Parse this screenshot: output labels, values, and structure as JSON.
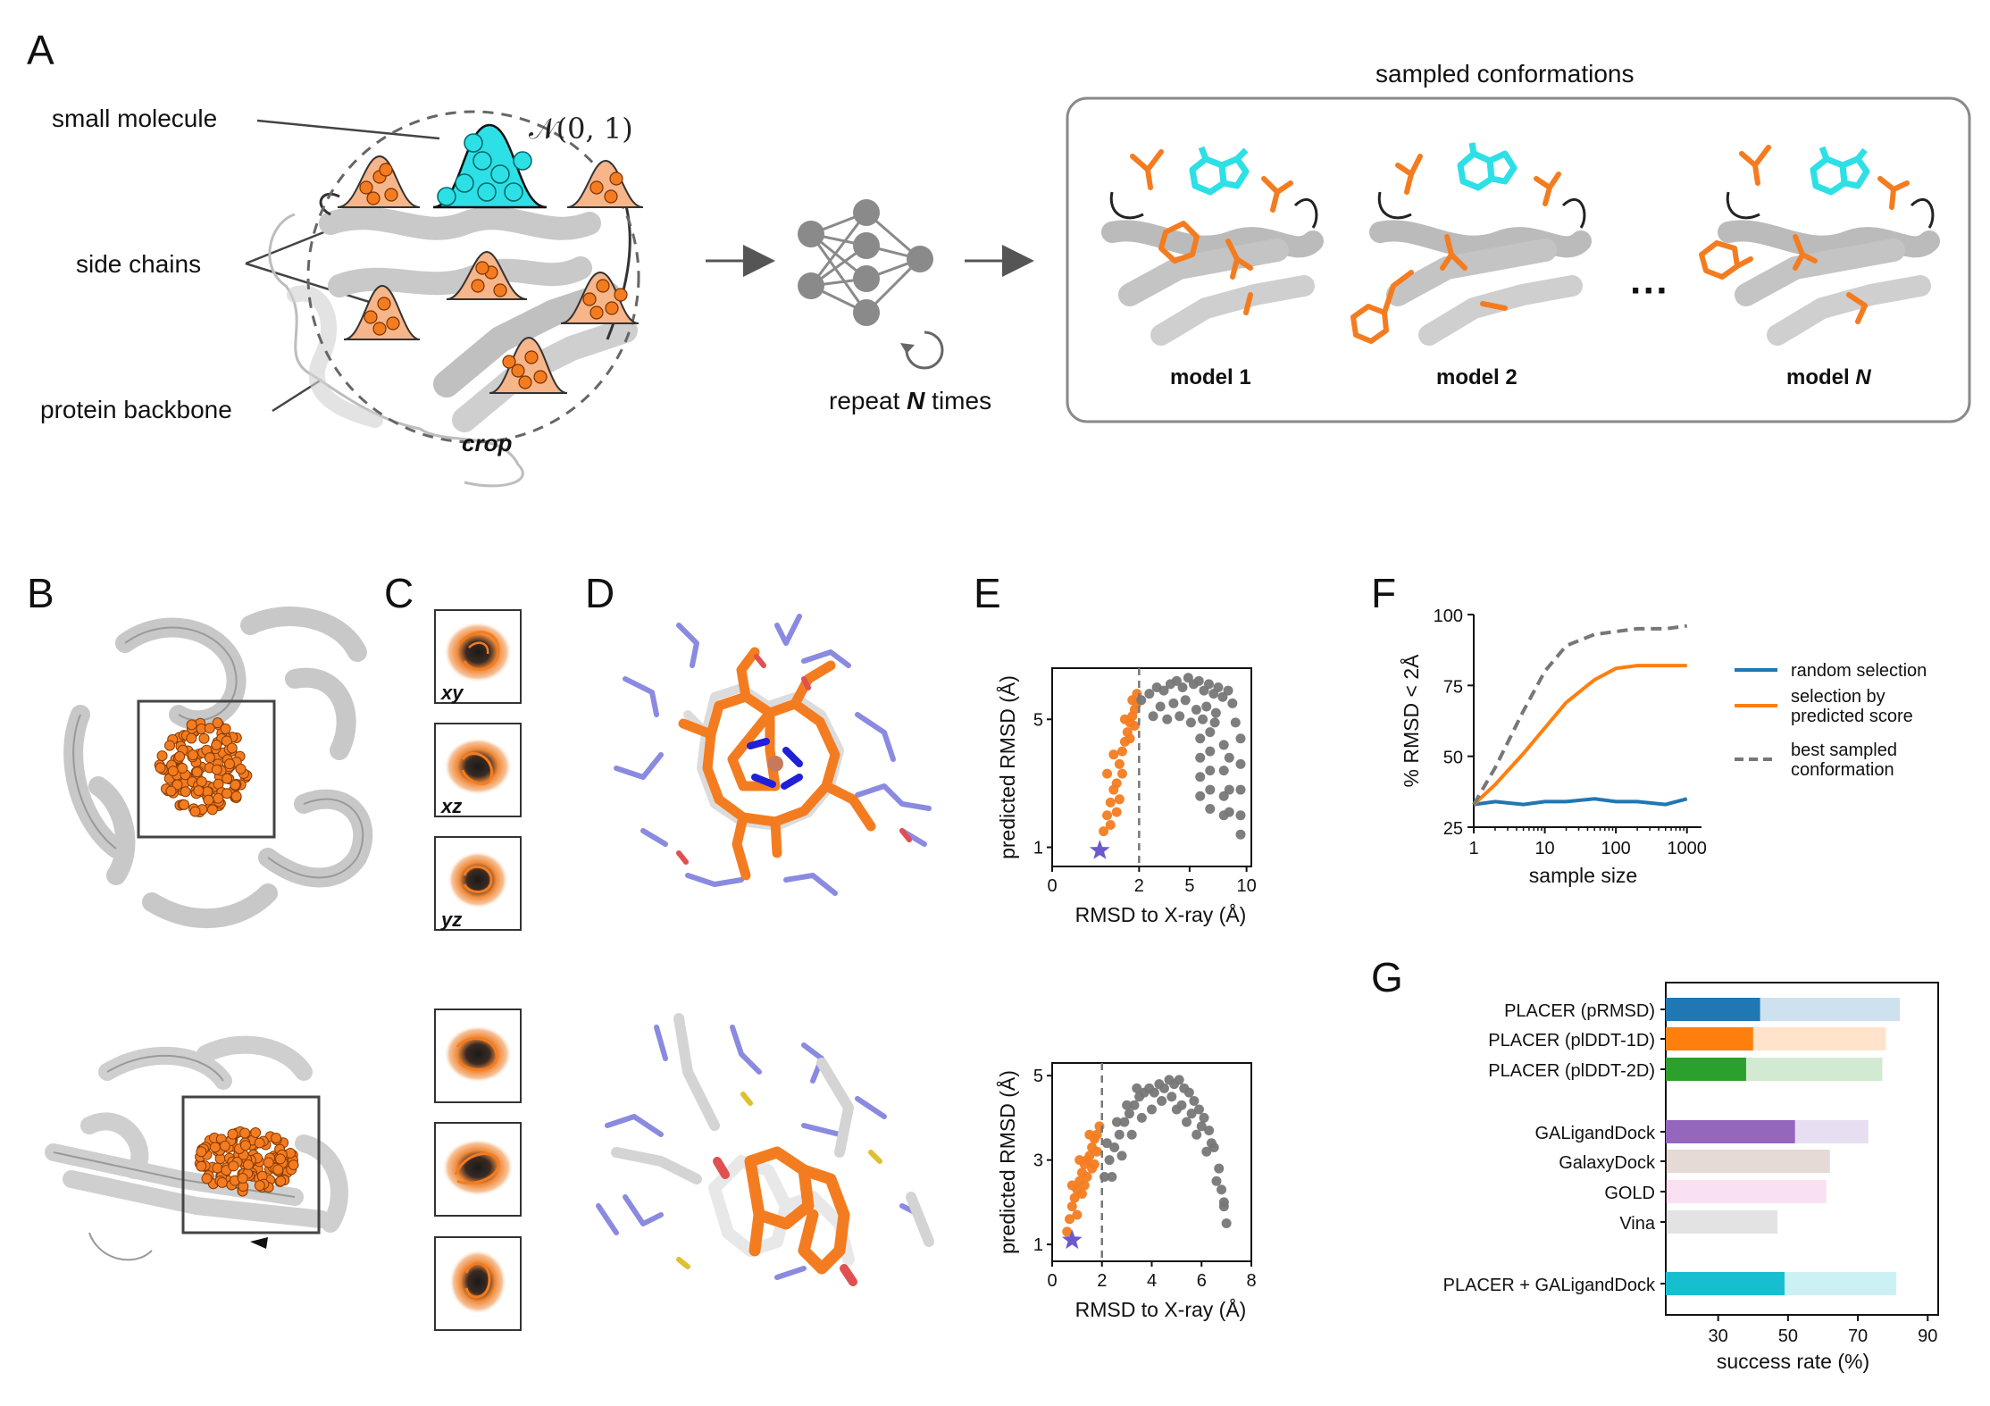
{
  "panels": {
    "a": "A",
    "b": "B",
    "c": "C",
    "d": "D",
    "e": "E",
    "f": "F",
    "g": "G"
  },
  "panel_a": {
    "label_small_molecule": "small molecule",
    "label_side_chains": "side chains",
    "label_protein_backbone": "protein backbone",
    "label_crop": "crop",
    "normal_dist": "𝒩(0, 1)",
    "repeat_prefix": "repeat ",
    "repeat_n": "N",
    "repeat_suffix": " times",
    "sampled_title": "sampled conformations",
    "model1": "model 1",
    "model2": "model 2",
    "modelN_prefix": "model ",
    "modelN_n": "N",
    "ellipsis": "···"
  },
  "panel_c": {
    "xy": "xy",
    "xz": "xz",
    "yz": "yz"
  },
  "colors": {
    "orange": "#f47c20",
    "cyan": "#2de0e6",
    "blue": "#1f77b4",
    "gray": "#777777",
    "star": "#6a5acd"
  },
  "chart_data": [
    {
      "id": "E-top",
      "type": "scatter",
      "xlabel": "RMSD to X-ray (Å)",
      "ylabel": "predicted RMSD (Å)",
      "xticks": [
        0,
        2,
        5,
        10
      ],
      "yticks": [
        1,
        5
      ],
      "xscale": "sqrt",
      "xlim": [
        0,
        10.5
      ],
      "ylim": [
        0.4,
        6.6
      ],
      "threshold_x": 2,
      "series": [
        {
          "color": "orange",
          "points": [
            [
              0.7,
              1.5
            ],
            [
              0.8,
              2.0
            ],
            [
              0.9,
              2.4
            ],
            [
              1.0,
              2.8
            ],
            [
              1.1,
              3.0
            ],
            [
              0.8,
              3.3
            ],
            [
              1.2,
              3.6
            ],
            [
              1.3,
              4.0
            ],
            [
              1.4,
              4.3
            ],
            [
              1.5,
              4.6
            ],
            [
              1.6,
              4.9
            ],
            [
              1.7,
              5.1
            ],
            [
              1.8,
              5.3
            ],
            [
              1.9,
              5.5
            ],
            [
              1.2,
              2.5
            ],
            [
              1.0,
              3.9
            ],
            [
              1.4,
              5.0
            ],
            [
              1.7,
              5.6
            ],
            [
              1.9,
              5.8
            ],
            [
              1.1,
              2.1
            ],
            [
              0.9,
              1.7
            ],
            [
              1.3,
              3.3
            ],
            [
              1.6,
              4.4
            ],
            [
              1.8,
              4.8
            ]
          ]
        },
        {
          "color": "gray",
          "points": [
            [
              2.1,
              5.6
            ],
            [
              2.5,
              5.8
            ],
            [
              2.9,
              6.0
            ],
            [
              3.3,
              5.9
            ],
            [
              3.7,
              6.1
            ],
            [
              4.1,
              6.2
            ],
            [
              4.5,
              6.0
            ],
            [
              4.9,
              6.3
            ],
            [
              5.3,
              6.1
            ],
            [
              5.7,
              6.2
            ],
            [
              6.1,
              5.9
            ],
            [
              6.5,
              6.1
            ],
            [
              6.9,
              5.8
            ],
            [
              7.3,
              6.0
            ],
            [
              7.7,
              5.7
            ],
            [
              8.2,
              5.9
            ],
            [
              8.6,
              5.5
            ],
            [
              3.1,
              5.4
            ],
            [
              3.9,
              5.5
            ],
            [
              4.7,
              5.6
            ],
            [
              5.5,
              5.3
            ],
            [
              6.3,
              5.4
            ],
            [
              7.1,
              5.2
            ],
            [
              5.8,
              4.4
            ],
            [
              5.8,
              3.8
            ],
            [
              5.8,
              3.2
            ],
            [
              5.8,
              2.6
            ],
            [
              6.6,
              4.6
            ],
            [
              6.6,
              4.0
            ],
            [
              6.6,
              3.4
            ],
            [
              6.6,
              2.8
            ],
            [
              6.6,
              2.2
            ],
            [
              7.8,
              4.2
            ],
            [
              7.8,
              3.4
            ],
            [
              7.8,
              2.6
            ],
            [
              7.8,
              2.0
            ],
            [
              8.3,
              3.8
            ],
            [
              8.3,
              2.8
            ],
            [
              8.3,
              2.1
            ],
            [
              9.4,
              4.4
            ],
            [
              9.4,
              3.6
            ],
            [
              9.4,
              2.8
            ],
            [
              9.4,
              2.0
            ],
            [
              9.4,
              1.4
            ],
            [
              2.7,
              5.1
            ],
            [
              3.5,
              5.0
            ],
            [
              4.3,
              5.1
            ],
            [
              5.1,
              4.9
            ],
            [
              6.0,
              5.0
            ],
            [
              7.0,
              4.9
            ],
            [
              8.9,
              4.9
            ]
          ]
        }
      ],
      "best": {
        "x": 0.6,
        "y": 0.9
      }
    },
    {
      "id": "E-bottom",
      "type": "scatter",
      "xlabel": "RMSD to X-ray (Å)",
      "ylabel": "predicted RMSD (Å)",
      "xticks": [
        0,
        2,
        4,
        6,
        8
      ],
      "yticks": [
        1,
        3,
        5
      ],
      "xlim": [
        0,
        8
      ],
      "ylim": [
        0.6,
        5.3
      ],
      "threshold_x": 2,
      "series": [
        {
          "color": "orange",
          "points": [
            [
              0.6,
              1.3
            ],
            [
              0.7,
              1.6
            ],
            [
              0.8,
              1.9
            ],
            [
              0.9,
              2.1
            ],
            [
              1.0,
              2.3
            ],
            [
              1.1,
              2.5
            ],
            [
              1.2,
              2.7
            ],
            [
              1.3,
              2.9
            ],
            [
              1.4,
              3.0
            ],
            [
              1.5,
              3.1
            ],
            [
              1.6,
              3.3
            ],
            [
              1.7,
              3.5
            ],
            [
              1.8,
              3.6
            ],
            [
              1.9,
              3.8
            ],
            [
              1.0,
              1.7
            ],
            [
              1.2,
              2.2
            ],
            [
              1.4,
              2.6
            ],
            [
              1.6,
              2.8
            ],
            [
              1.8,
              3.2
            ],
            [
              0.8,
              2.4
            ],
            [
              1.1,
              3.0
            ],
            [
              1.5,
              3.6
            ],
            [
              1.7,
              2.9
            ],
            [
              1.3,
              2.4
            ]
          ]
        },
        {
          "color": "gray",
          "points": [
            [
              2.1,
              2.6
            ],
            [
              2.3,
              3.0
            ],
            [
              2.5,
              3.3
            ],
            [
              2.7,
              3.6
            ],
            [
              2.9,
              3.9
            ],
            [
              3.1,
              4.1
            ],
            [
              3.3,
              4.3
            ],
            [
              3.5,
              4.5
            ],
            [
              3.7,
              4.6
            ],
            [
              3.9,
              4.7
            ],
            [
              4.1,
              4.6
            ],
            [
              4.3,
              4.8
            ],
            [
              4.5,
              4.7
            ],
            [
              4.7,
              4.9
            ],
            [
              4.9,
              4.8
            ],
            [
              5.1,
              4.9
            ],
            [
              5.3,
              4.7
            ],
            [
              5.5,
              4.6
            ],
            [
              5.7,
              4.4
            ],
            [
              5.9,
              4.2
            ],
            [
              6.1,
              4.0
            ],
            [
              6.3,
              3.7
            ],
            [
              6.5,
              3.3
            ],
            [
              6.7,
              2.8
            ],
            [
              6.8,
              2.3
            ],
            [
              6.9,
              1.9
            ],
            [
              7.0,
              1.5
            ],
            [
              2.4,
              2.6
            ],
            [
              2.8,
              3.1
            ],
            [
              3.2,
              3.6
            ],
            [
              3.6,
              4.0
            ],
            [
              4.0,
              4.2
            ],
            [
              4.4,
              4.4
            ],
            [
              4.8,
              4.5
            ],
            [
              5.2,
              4.3
            ],
            [
              5.6,
              4.1
            ],
            [
              6.0,
              3.8
            ],
            [
              6.4,
              3.4
            ],
            [
              2.2,
              3.4
            ],
            [
              2.6,
              3.9
            ],
            [
              3.0,
              4.3
            ],
            [
              3.4,
              4.7
            ],
            [
              5.0,
              4.2
            ],
            [
              5.4,
              3.9
            ],
            [
              5.8,
              3.6
            ],
            [
              6.2,
              3.2
            ],
            [
              6.6,
              2.5
            ],
            [
              6.9,
              2.0
            ]
          ]
        }
      ],
      "best": {
        "x": 0.8,
        "y": 1.1
      }
    },
    {
      "id": "F",
      "type": "line",
      "xlabel": "sample size",
      "ylabel": "% RMSD < 2Å",
      "xscale": "log",
      "xticks": [
        1,
        10,
        100,
        1000
      ],
      "yticks": [
        25,
        50,
        75,
        100
      ],
      "xlim": [
        1,
        1200
      ],
      "ylim": [
        25,
        100
      ],
      "series": [
        {
          "name": "random selection",
          "color": "#1f77b4",
          "style": "solid",
          "x": [
            1,
            2,
            5,
            10,
            20,
            50,
            100,
            200,
            500,
            1000
          ],
          "y": [
            33,
            34,
            33,
            34,
            34,
            35,
            34,
            34,
            33,
            35
          ]
        },
        {
          "name": "selection by predicted score",
          "color": "#ff7f0e",
          "style": "solid",
          "x": [
            1,
            2,
            5,
            10,
            20,
            50,
            100,
            200,
            500,
            1000
          ],
          "y": [
            33,
            40,
            51,
            60,
            69,
            77,
            81,
            82,
            82,
            82
          ]
        },
        {
          "name": "best sampled conformation",
          "color": "#777777",
          "style": "dashed",
          "x": [
            1,
            2,
            5,
            10,
            20,
            50,
            100,
            200,
            500,
            1000
          ],
          "y": [
            33,
            46,
            66,
            80,
            89,
            93,
            94,
            95,
            95,
            96
          ]
        }
      ],
      "legend": "right"
    },
    {
      "id": "G",
      "type": "bar",
      "orientation": "horizontal",
      "xlabel": "success rate (%)",
      "xticks": [
        30,
        50,
        70,
        90
      ],
      "xlim": [
        15,
        93
      ],
      "categories": [
        "PLACER (pRMSD)",
        "PLACER (plDDT-1D)",
        "PLACER (plDDT-2D)",
        "GALigandDock",
        "GalaxyDock",
        "GOLD",
        "Vina",
        "PLACER + GALigandDock"
      ],
      "top1": [
        42,
        40,
        38,
        52,
        null,
        null,
        null,
        49
      ],
      "best": [
        82,
        78,
        77,
        73,
        62,
        61,
        47,
        81
      ],
      "colors": [
        "#1f77b4",
        "#ff7f0e",
        "#2ca02c",
        "#9467bd",
        "#8c564b",
        "#e377c2",
        "#7f7f7f",
        "#17becf"
      ]
    }
  ]
}
